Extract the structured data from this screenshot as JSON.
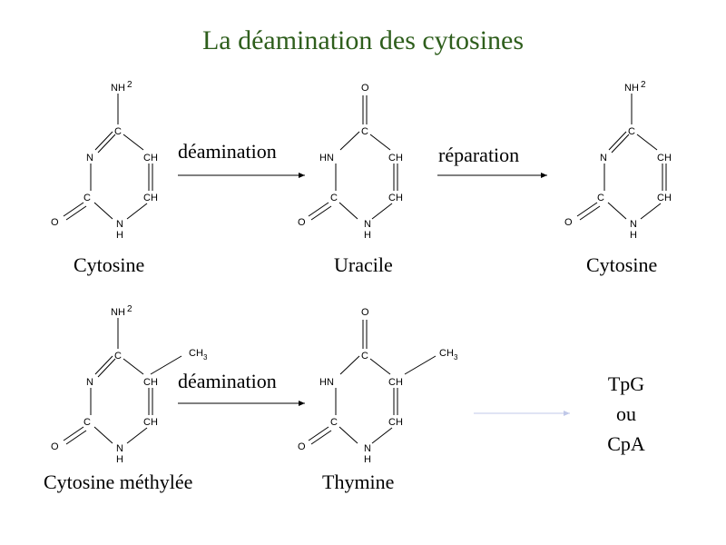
{
  "title": "La déamination des cytosines",
  "atoms": {
    "nh": "NH",
    "two": "2",
    "c": "C",
    "n": "N",
    "ch": "CH",
    "o": "O",
    "hn": "HN",
    "h": "H",
    "ch3_base": "CH",
    "three": "3"
  },
  "row1": {
    "cytosine_label": "Cytosine",
    "deamination_label": "déamination",
    "uracile_label": "Uracile",
    "reparation_label": "réparation",
    "cytosine2_label": "Cytosine"
  },
  "row2": {
    "methyl_cytosine_label": "Cytosine méthylée",
    "deamination_label": "déamination",
    "thymine_label": "Thymine",
    "result_lines": [
      "TpG",
      "ou",
      "CpA"
    ]
  },
  "colors": {
    "title": "#2e5e1c",
    "faint_arrow": "#c0c8e8"
  }
}
